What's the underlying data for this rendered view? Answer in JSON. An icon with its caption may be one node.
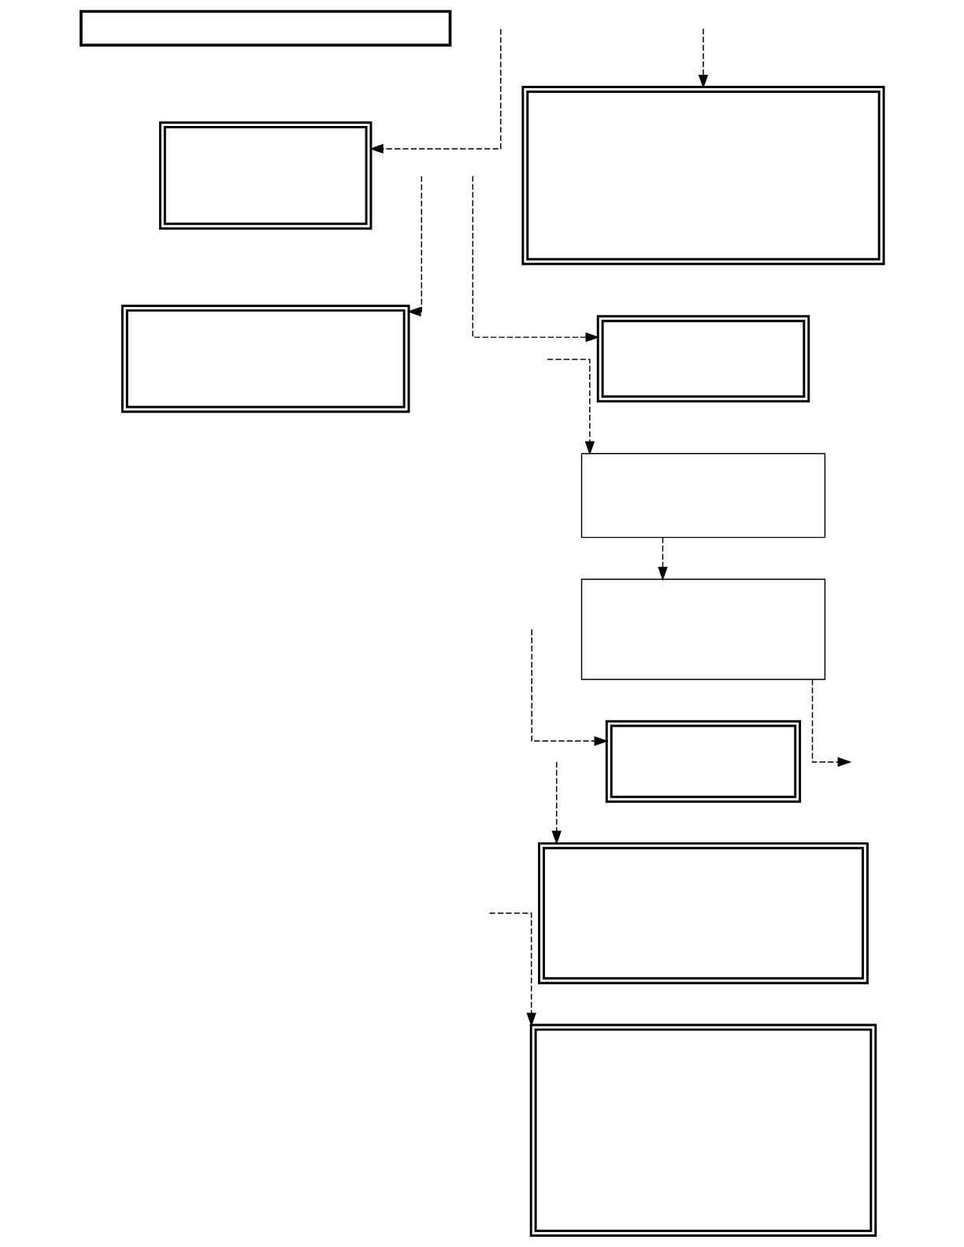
{
  "diagram": {
    "nodes": [
      {
        "text": [],
        "shape": "box"
      },
      {
        "text": [],
        "shape": "box"
      },
      {
        "text": [],
        "shape": "box"
      },
      {
        "text": [],
        "shape": "box"
      },
      {
        "text": [],
        "shape": "box"
      },
      {
        "text": [],
        "shape": "box"
      },
      {
        "text": [],
        "shape": "box"
      },
      {
        "text": [],
        "shape": "box"
      },
      {
        "text": [],
        "shape": "box"
      },
      {
        "text": [],
        "shape": "box"
      }
    ],
    "edges": [
      {
        "from": null,
        "to": 1,
        "arrow": "to",
        "style": "dashed"
      },
      {
        "from": null,
        "to": 2,
        "arrow": "to",
        "style": "dashed"
      },
      {
        "from": null,
        "to": 3,
        "arrow": "to",
        "style": "dashed"
      },
      {
        "from": 3,
        "to": 5,
        "arrow": "to",
        "style": "dashed"
      },
      {
        "from": null,
        "to": 4,
        "arrow": "to",
        "style": "dashed"
      },
      {
        "from": 5,
        "to": null,
        "arrow": "to",
        "style": "dashed"
      },
      {
        "from": null,
        "to": 6,
        "arrow": "to",
        "style": "dashed"
      },
      {
        "from": null,
        "to": 7,
        "arrow": "to",
        "style": "dashed"
      },
      {
        "from": null,
        "to": 8,
        "arrow": "to",
        "style": "dashed"
      },
      {
        "from": null,
        "to": 9,
        "arrow": "to",
        "style": "dashed"
      }
    ]
  }
}
